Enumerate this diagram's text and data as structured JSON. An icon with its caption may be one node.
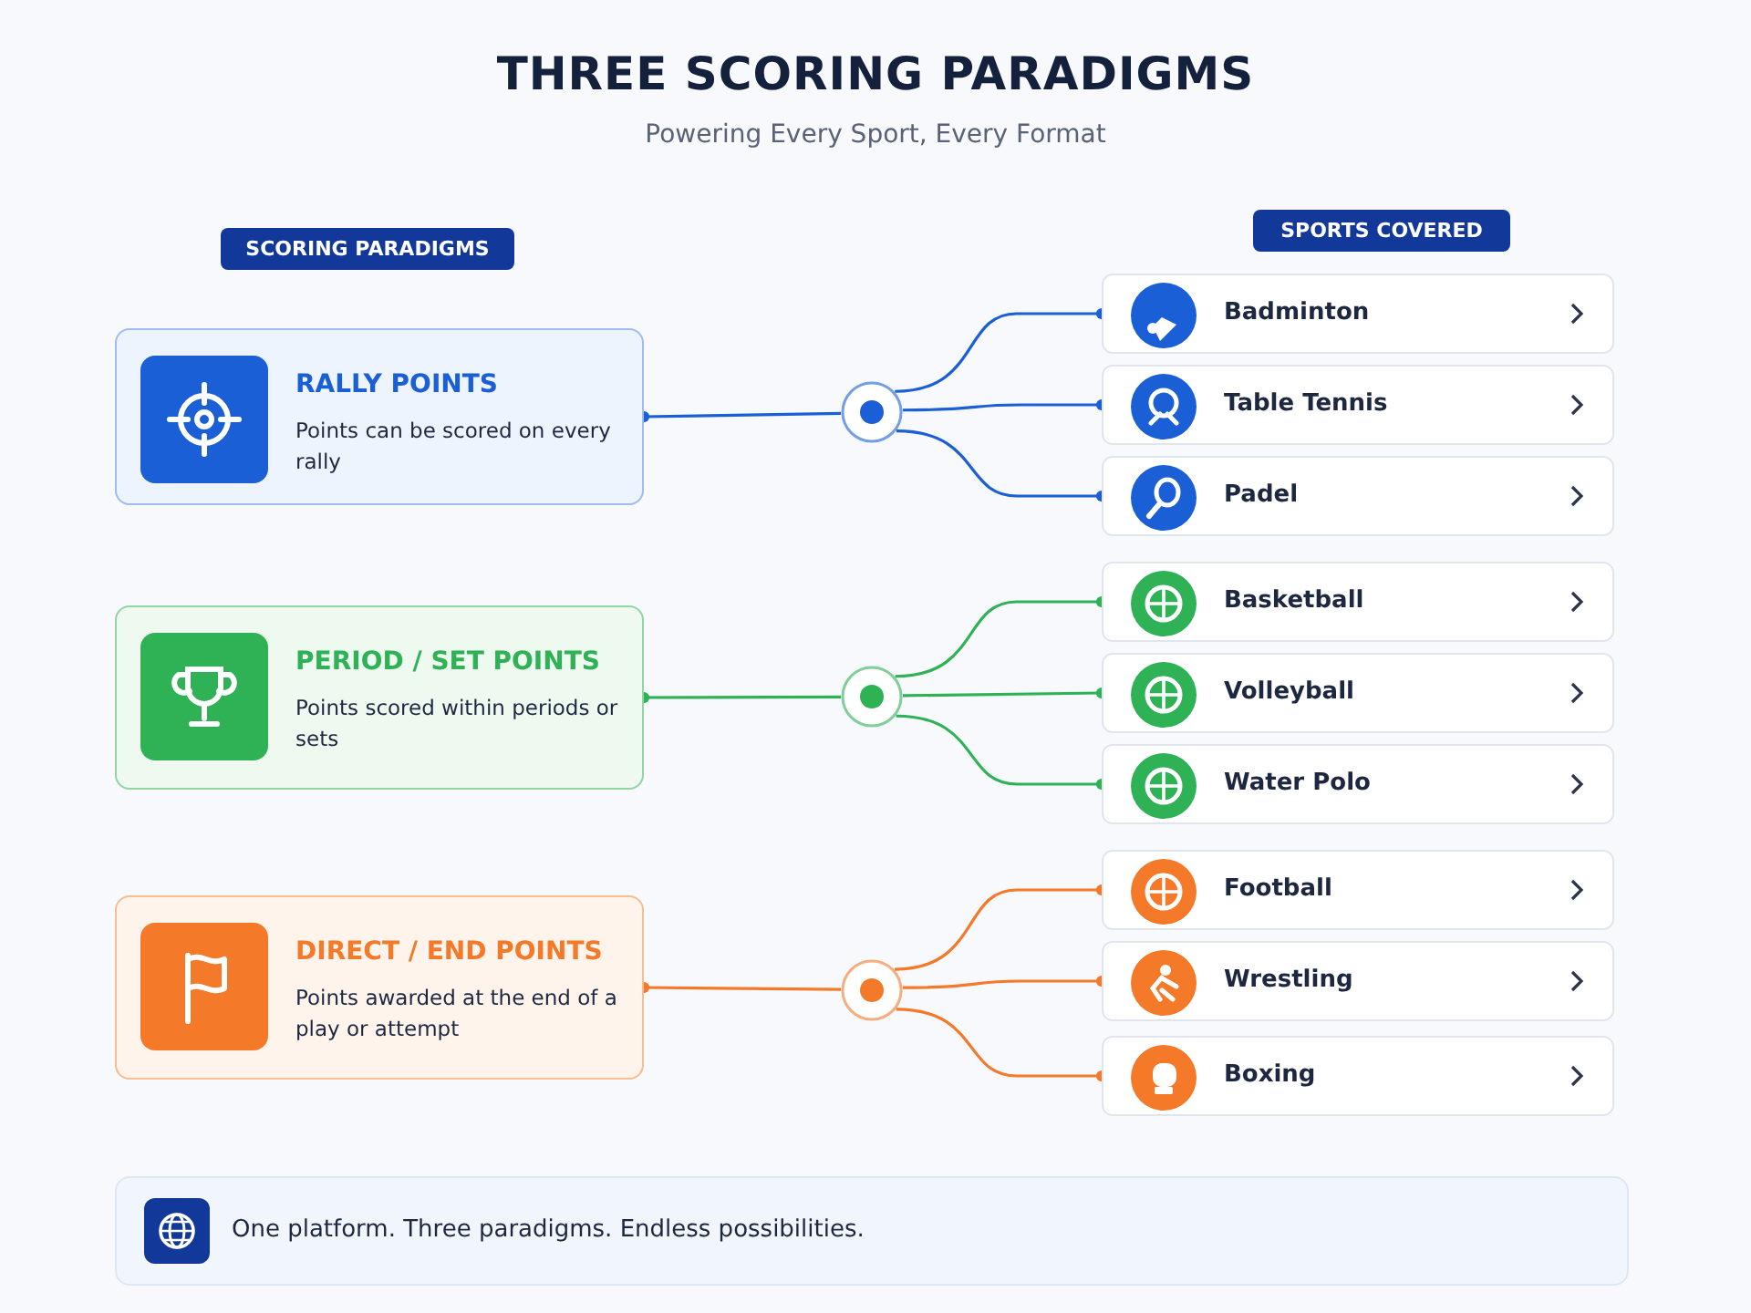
{
  "diagram": {
    "title": "THREE SCORING PARADIGMS",
    "nodes": [
      {
        "text": [
          "SCORING PARADIGMS"
        ]
      },
      {
        "text": [
          "SPORTS COVERED"
        ]
      },
      {
        "text": [
          "RALLY POINTS",
          "Points can be scored on every rally"
        ]
      },
      {
        "text": [],
        "shape": "circle"
      },
      {
        "text": [
          "Badminton"
        ]
      },
      {
        "text": [
          "Table Tennis"
        ]
      },
      {
        "text": [
          "Padel"
        ]
      },
      {
        "text": [
          "PERIOD / SET POINTS",
          "Points scored within periods or sets"
        ]
      },
      {
        "text": [],
        "shape": "circle"
      },
      {
        "text": [
          "Basketball"
        ]
      },
      {
        "text": [
          "Volleyball"
        ]
      },
      {
        "text": [
          "Water Polo"
        ]
      },
      {
        "text": [
          "DIRECT / END POINTS",
          "Points awarded at the end of a play or attempt"
        ]
      },
      {
        "text": [],
        "shape": "circle"
      },
      {
        "text": [
          "Football"
        ]
      },
      {
        "text": [
          "Wrestling"
        ]
      },
      {
        "text": [
          "Boxing"
        ]
      },
      {
        "text": [
          "One platform. Three paradigms. Endless possibilities."
        ]
      }
    ],
    "edges": [
      {
        "from": 3,
        "to": 2,
        "arrow": "other",
        "color": "#1a5fd6"
      },
      {
        "from": 3,
        "to": 4,
        "arrow": "other",
        "color": "#1a5fd6"
      },
      {
        "from": 3,
        "to": 5,
        "arrow": "other",
        "color": "#1a5fd6"
      },
      {
        "from": 3,
        "to": 6,
        "arrow": "other",
        "color": "#1a5fd6"
      },
      {
        "from": 8,
        "to": 7,
        "arrow": "other",
        "color": "#2fb155"
      },
      {
        "from": 8,
        "to": 9,
        "arrow": "other",
        "color": "#2fb155"
      },
      {
        "from": 8,
        "to": 10,
        "arrow": "other",
        "color": "#2fb155"
      },
      {
        "from": 8,
        "to": 11,
        "arrow": "other",
        "color": "#2fb155"
      },
      {
        "from": 13,
        "to": 12,
        "arrow": "other",
        "color": "#f47a2a"
      },
      {
        "from": 13,
        "to": 14,
        "arrow": "other",
        "color": "#f47a2a"
      },
      {
        "from": 13,
        "to": 15,
        "arrow": "other",
        "color": "#f47a2a"
      },
      {
        "from": 13,
        "to": 16,
        "arrow": "other",
        "color": "#f47a2a"
      }
    ],
    "labels": [
      "Powering Every Sport, Every Format"
    ]
  }
}
